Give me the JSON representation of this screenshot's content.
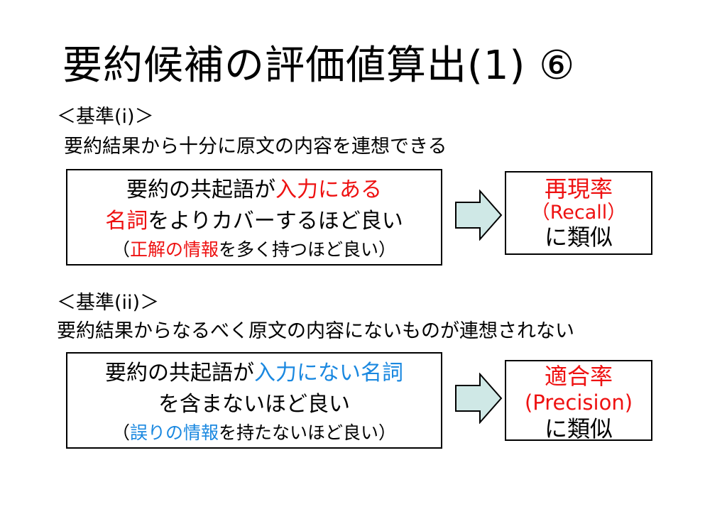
{
  "title": "要約候補の評価値算出(1) ⑥",
  "colors": {
    "red": "#ee1111",
    "blue": "#1a88e0",
    "arrow_fill": "#cfe8e6",
    "border": "#000000"
  },
  "criterion1": {
    "heading": "＜基準(i)＞",
    "description": "要約結果から十分に原文の内容を連想できる",
    "box": {
      "line1": {
        "a": "要約の共起語が",
        "b": "入力にある"
      },
      "line2": {
        "a": "名詞",
        "b": "をよりカバーするほど良い"
      },
      "line3": {
        "a": "（",
        "b": "正解の情報",
        "c": "を多く持つほど良い）"
      }
    },
    "result": {
      "title": "再現率",
      "sub": "（Recall）",
      "tail": "に類似"
    }
  },
  "criterion2": {
    "heading": "＜基準(ii)＞",
    "description": "要約結果からなるべく原文の内容にないものが連想されない",
    "box": {
      "line1": {
        "a": "要約の共起語が",
        "b": "入力にない名詞"
      },
      "line2": {
        "a": "を含まないほど良い"
      },
      "line3": {
        "a": "（",
        "b": "誤りの情報",
        "c": "を持たないほど良い）"
      }
    },
    "result": {
      "title": "適合率",
      "sub": "(Precision)",
      "tail": "に類似"
    }
  },
  "icons": {
    "arrow": "right-arrow-icon"
  }
}
